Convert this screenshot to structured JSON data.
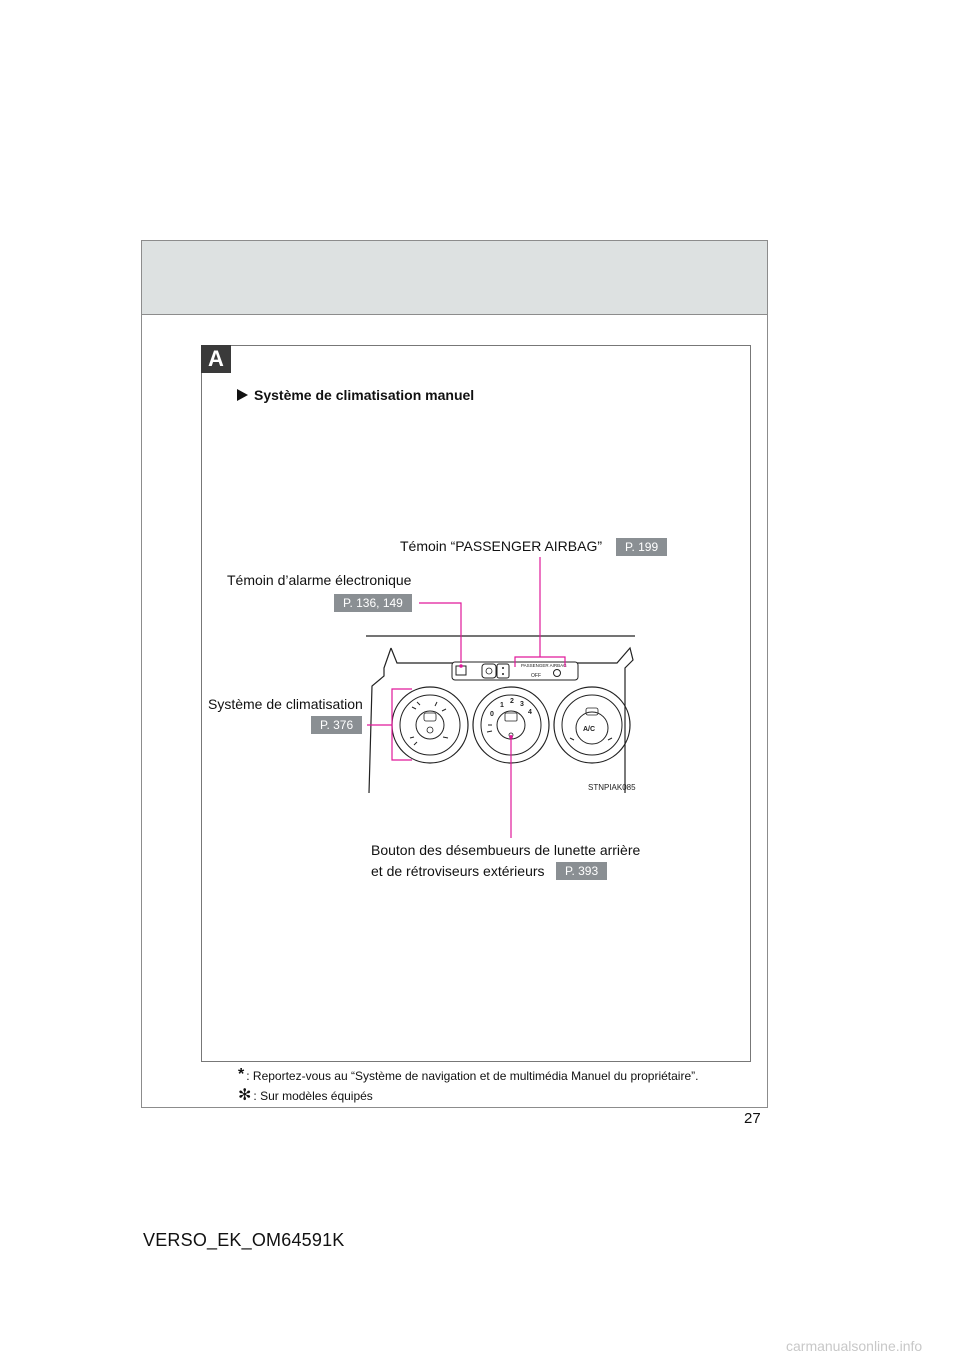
{
  "section": {
    "tab": "A",
    "subheading": "Système de climatisation manuel"
  },
  "callouts": {
    "airbag": {
      "label": "Témoin “PASSENGER AIRBAG”",
      "page": "P. 199"
    },
    "alarm": {
      "label": "Témoin d’alarme électronique",
      "page": "P. 136, 149"
    },
    "climate": {
      "label": "Système de climatisation",
      "page": "P. 376"
    },
    "defogger": {
      "line1": "Bouton des désembueurs de lunette arrière",
      "line2": "et de rétroviseurs extérieurs",
      "page": "P. 393"
    }
  },
  "illustration": {
    "code": "STNPIAK085",
    "panel_text": "PASSENGER  AIRBAG",
    "off_text": "OFF",
    "ac_text": "A/C",
    "fan_numbers": [
      "0",
      "1",
      "2",
      "3",
      "4"
    ]
  },
  "footnotes": [
    {
      "mark": "*",
      "text": ": Reportez-vous au “Système de navigation et de multimédia Manuel du propriétaire”."
    },
    {
      "mark": "✻",
      "text": ": Sur modèles équipés"
    }
  ],
  "page_number": "27",
  "doc_code": "VERSO_EK_OM64591K",
  "watermark": "carmanualsonline.info",
  "colors": {
    "callout_line": "#e0199a",
    "page_ref_bg": "#8a8f93",
    "header_band": "#dde1e1"
  }
}
